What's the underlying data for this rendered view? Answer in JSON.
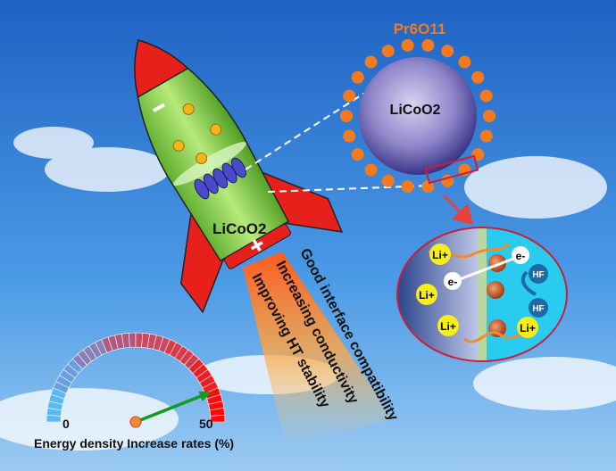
{
  "labels": {
    "shell_material": "Pr6O11",
    "core_material": "LiCoO2",
    "rocket_material": "LiCoO2",
    "benefits": [
      "Good interface compatibility",
      "Increasing conductivity",
      "Improving HT stability"
    ],
    "ions": {
      "li": "Li+",
      "electron": "e-",
      "hf": "HF"
    }
  },
  "gauge": {
    "min_label": "0",
    "max_label": "50",
    "title": "Energy density Increase rates (%)",
    "value": 44
  },
  "colors": {
    "sky": "#2f7fd6",
    "dots": "#f47a20",
    "rocket_body": "#8ed34f",
    "fins": "#e8201c",
    "needle": "#169a24"
  }
}
